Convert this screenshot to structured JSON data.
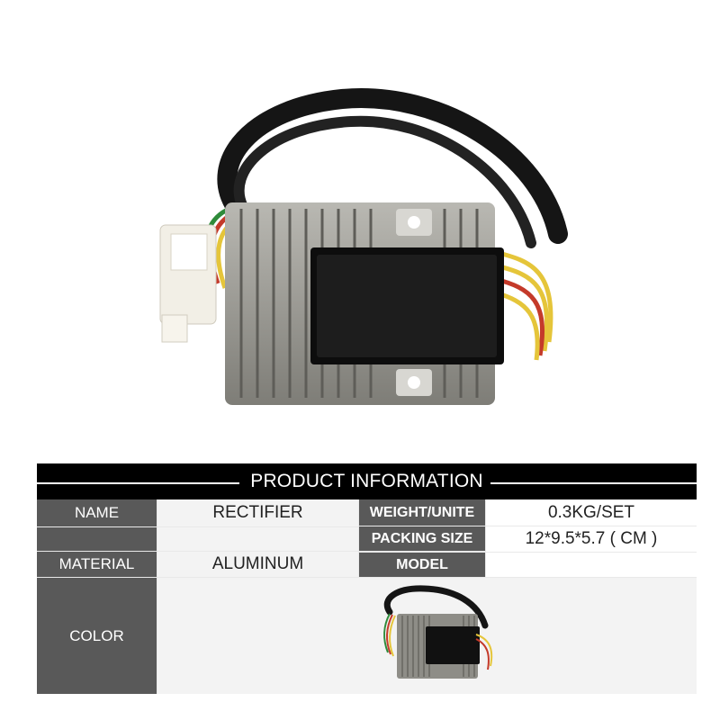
{
  "product_image": {
    "subject": "rectifier-regulator-photo"
  },
  "table": {
    "header": "PRODUCT INFORMATION",
    "name_label": "NAME",
    "name_value": "RECTIFIER",
    "weight_label": "WEIGHT/UNITE",
    "weight_value": "0.3KG/SET",
    "packing_label": "PACKING SIZE",
    "packing_value": "12*9.5*5.7 ( CM )",
    "material_label": "MATERIAL",
    "material_value": "ALUMINUM",
    "model_label": "MODEL",
    "model_value": "",
    "color_label": "COLOR"
  },
  "colors": {
    "header_bg": "#000000",
    "label_bg": "#595959",
    "value_bg": "#f3f3f3",
    "heatsink": "#8a8983",
    "wire_colors": [
      "#1a1a1a",
      "#2e8b3a",
      "#c43a2a",
      "#e5c53a"
    ]
  }
}
